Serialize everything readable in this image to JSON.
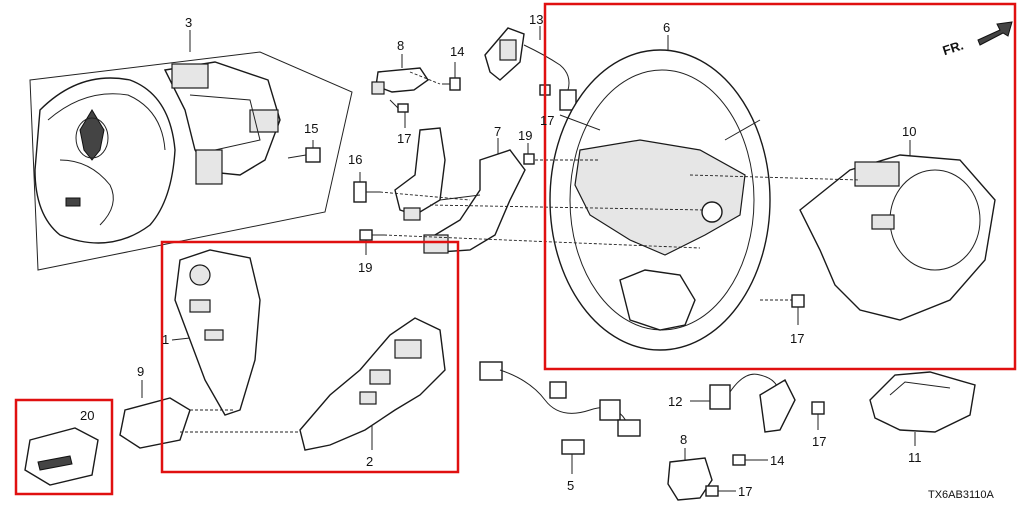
{
  "callouts": [
    {
      "id": "c1",
      "label": "1"
    },
    {
      "id": "c2",
      "label": "2"
    },
    {
      "id": "c3",
      "label": "3"
    },
    {
      "id": "c5",
      "label": "5"
    },
    {
      "id": "c6",
      "label": "6"
    },
    {
      "id": "c7",
      "label": "7"
    },
    {
      "id": "c8a",
      "label": "8"
    },
    {
      "id": "c8b",
      "label": "8"
    },
    {
      "id": "c9",
      "label": "9"
    },
    {
      "id": "c10",
      "label": "10"
    },
    {
      "id": "c11",
      "label": "11"
    },
    {
      "id": "c12",
      "label": "12"
    },
    {
      "id": "c13",
      "label": "13"
    },
    {
      "id": "c14a",
      "label": "14"
    },
    {
      "id": "c14b",
      "label": "14"
    },
    {
      "id": "c15",
      "label": "15"
    },
    {
      "id": "c16",
      "label": "16"
    },
    {
      "id": "c17a",
      "label": "17"
    },
    {
      "id": "c17b",
      "label": "17"
    },
    {
      "id": "c17c",
      "label": "17"
    },
    {
      "id": "c17d",
      "label": "17"
    },
    {
      "id": "c17e",
      "label": "17"
    },
    {
      "id": "c19a",
      "label": "19"
    },
    {
      "id": "c19b",
      "label": "19"
    },
    {
      "id": "c20",
      "label": "20"
    }
  ],
  "direction_label": "FR.",
  "diagram_code": "TX6AB3110A",
  "highlight_color": "#e01010"
}
